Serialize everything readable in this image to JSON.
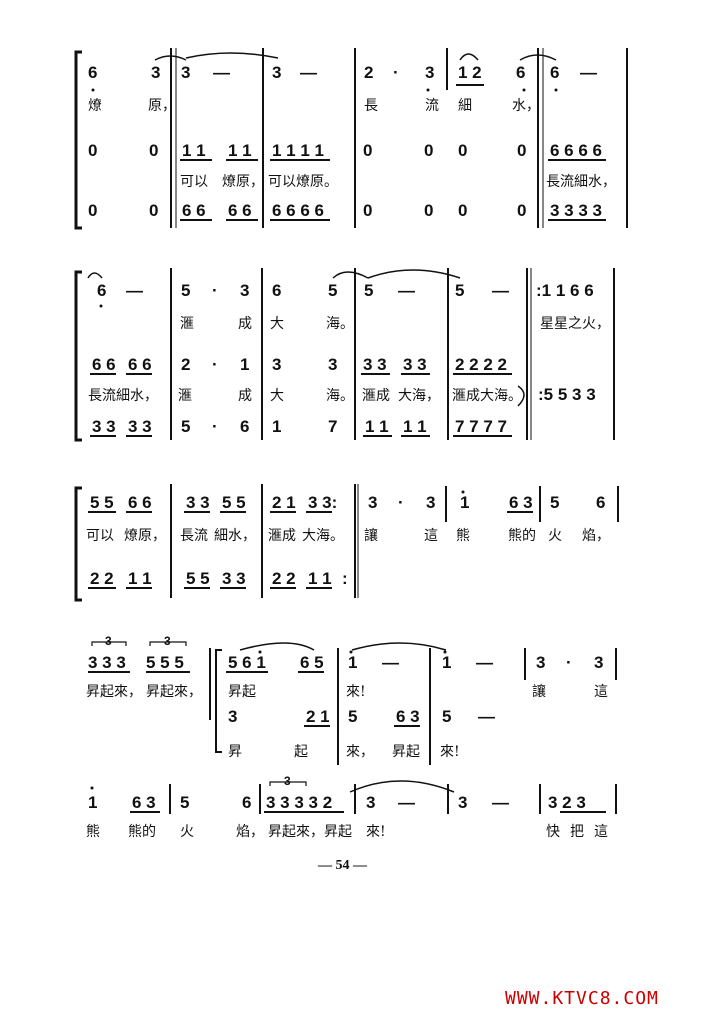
{
  "system1": {
    "r1": [
      "6",
      "3",
      "3",
      "—",
      "3",
      "—",
      "2",
      "·",
      "3",
      "1 2",
      "6",
      "6",
      "—"
    ],
    "l1": [
      "燎",
      "原，",
      "長",
      "流",
      "細",
      "水，"
    ],
    "r2": [
      "0",
      "0",
      "1 1",
      "1 1",
      "1 1 1 1",
      "0",
      "0",
      "0",
      "0",
      "6 6 6 6"
    ],
    "l2": [
      "可以",
      "燎原，",
      "可以燎原。",
      "長流細水，"
    ],
    "r3": [
      "0",
      "0",
      "6 6",
      "6 6",
      "6 6 6 6",
      "0",
      "0",
      "0",
      "0",
      "3 3 3 3"
    ]
  },
  "system2": {
    "r1": [
      "6",
      "—",
      "5",
      "·",
      "3",
      "6",
      "5",
      "5",
      "—",
      "5",
      "—",
      ":1 1 6 6"
    ],
    "l1": [
      "滙",
      "成",
      "大",
      "海。",
      "星星之火，"
    ],
    "r2": [
      "6 6",
      "6 6",
      "2",
      "·",
      "1",
      "3",
      "3",
      "3 3",
      "3 3",
      "2 2 2 2"
    ],
    "l2": [
      "長流細水，",
      "滙",
      "成",
      "大",
      "海。",
      "滙成",
      "大海，",
      "滙成大海。"
    ],
    "r2b": ":5 5 3 3",
    "r3": [
      "3 3",
      "3 3",
      "5",
      "·",
      "6",
      "1",
      "7",
      "1 1",
      "1 1",
      "7 7 7 7"
    ]
  },
  "system3": {
    "r1": [
      "5 5",
      "6 6",
      "3 3",
      "5 5",
      "2 1",
      "3 3:",
      "3",
      "·",
      "3",
      "1",
      "6 3",
      "5",
      "6"
    ],
    "l1": [
      "可以",
      "燎原，",
      "長流",
      "細水，",
      "滙成",
      "大海。",
      "讓",
      "這",
      "熊",
      "熊的",
      "火",
      "焰，"
    ],
    "r3": [
      "2 2",
      "1 1",
      "5 5",
      "3 3",
      "2 2",
      "1 1",
      ":"
    ]
  },
  "system4": {
    "triplet": "3",
    "r1": [
      "3 3 3",
      "5 5 5",
      "5 6 1",
      "6 5",
      "1",
      "—",
      "1",
      "—",
      "3",
      "·",
      "3"
    ],
    "l1": [
      "昇起來，",
      "昇起來，",
      "昇起",
      "來!",
      "讓",
      "這"
    ],
    "r2": [
      "3",
      "2 1",
      "5",
      "6 3",
      "5",
      "—"
    ],
    "l2": [
      "昇",
      "起",
      "來，",
      "昇起",
      "來!"
    ]
  },
  "system5": {
    "triplet": "3",
    "r1": [
      "1",
      "6 3",
      "5",
      "6",
      "3 3 3 3 2",
      "3",
      "—",
      "3",
      "—",
      "3 2 3"
    ],
    "l1": [
      "熊",
      "熊的",
      "火",
      "焰，",
      "昇起來，昇起",
      "來!",
      "快",
      "把",
      "這"
    ]
  },
  "page_number": "— 54 —",
  "watermark": "WWW.KTVC8.COM"
}
